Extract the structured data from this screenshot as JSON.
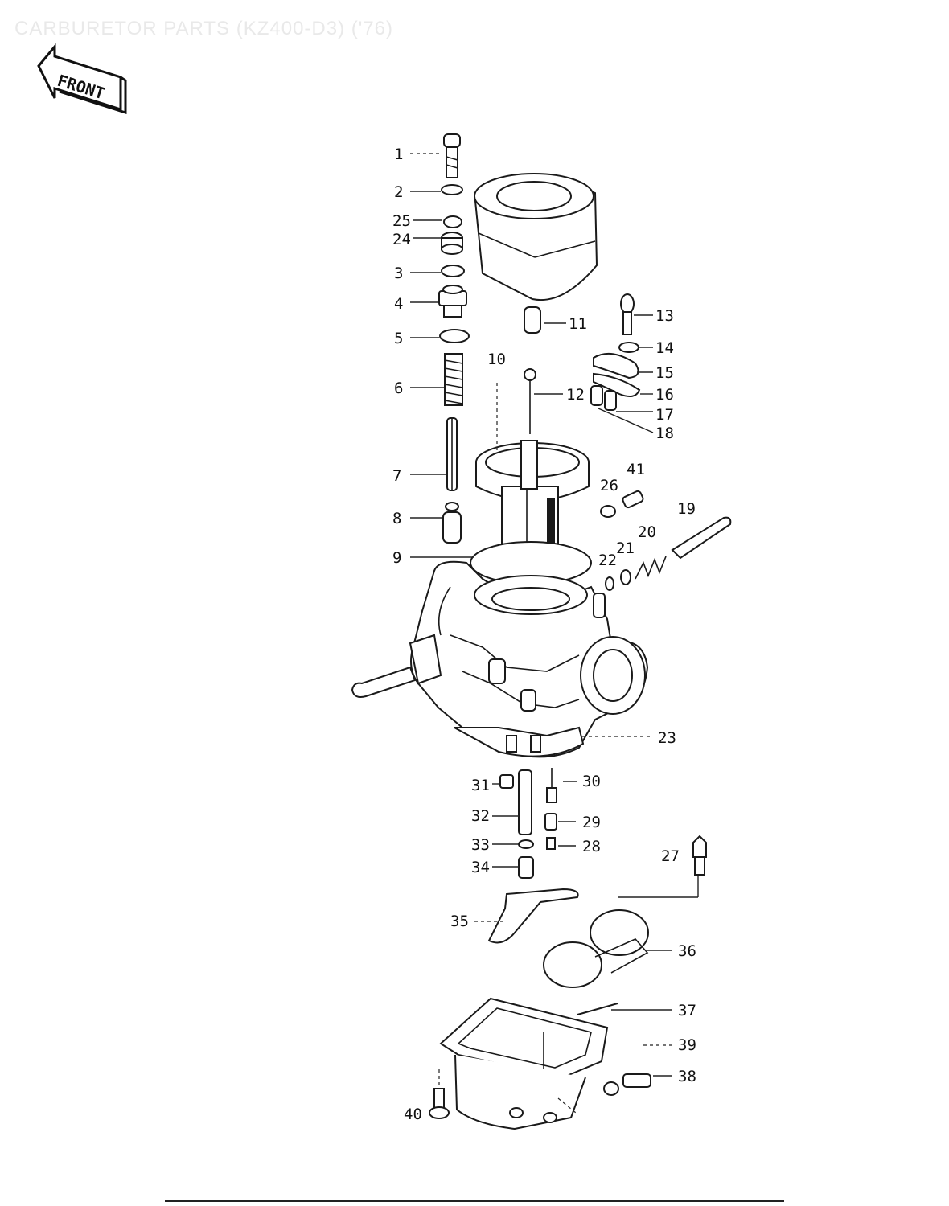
{
  "title": "CARBURETOR PARTS (KZ400-D3) ('76)",
  "front_label": "FRONT",
  "callouts": [
    "1",
    "2",
    "25",
    "24",
    "3",
    "4",
    "5",
    "6",
    "7",
    "8",
    "9",
    "10",
    "11",
    "12",
    "13",
    "14",
    "15",
    "16",
    "17",
    "18",
    "19",
    "20",
    "21",
    "22",
    "26",
    "41",
    "23",
    "31",
    "30",
    "32",
    "29",
    "33",
    "28",
    "34",
    "27",
    "35",
    "36",
    "37",
    "39",
    "38",
    "40"
  ]
}
